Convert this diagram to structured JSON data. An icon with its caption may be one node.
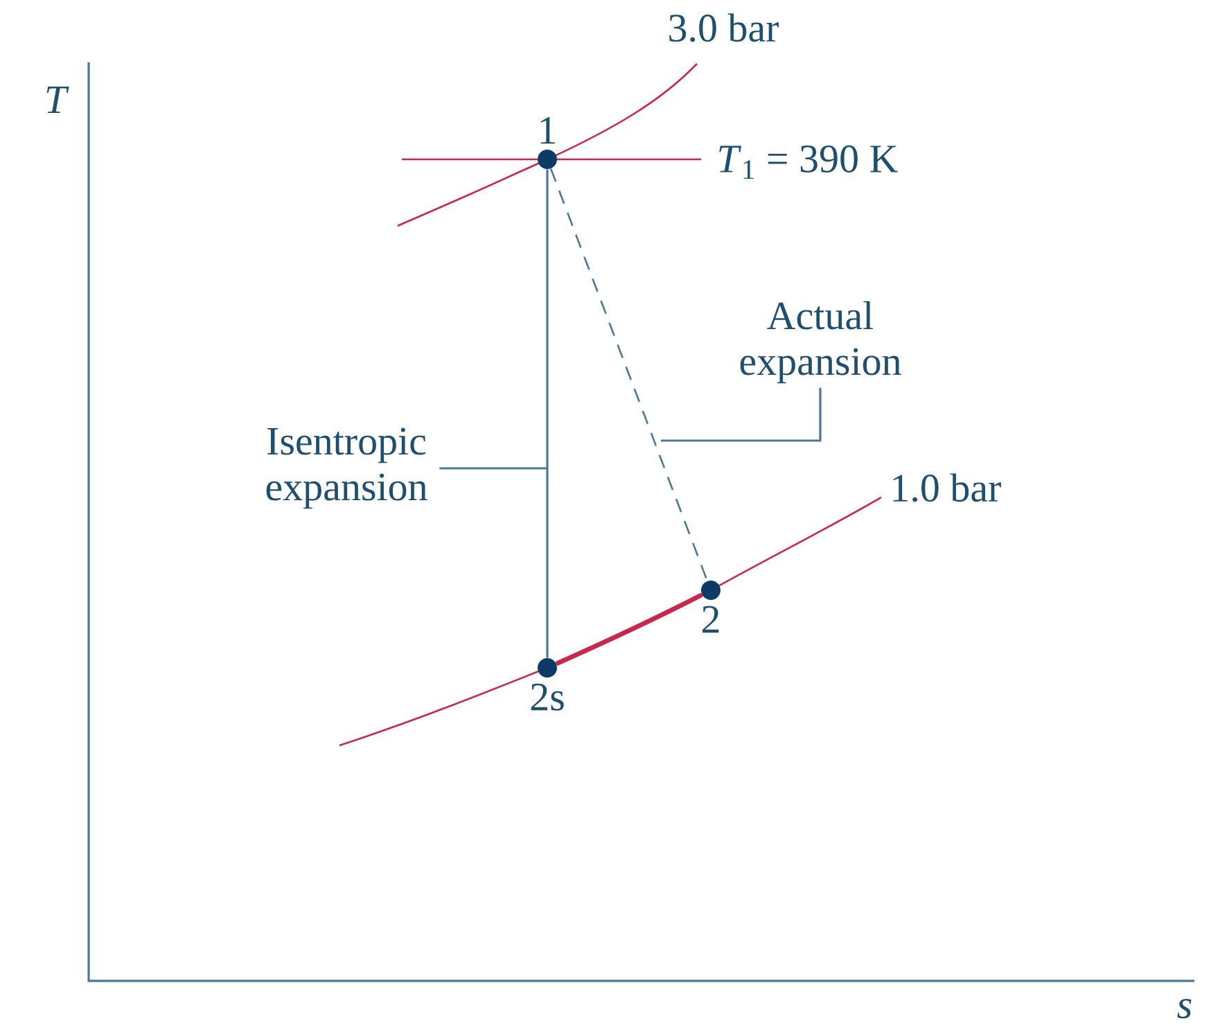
{
  "diagram": {
    "nodes": [
      {
        "text": [
          "1"
        ]
      },
      {
        "text": [
          "2s"
        ]
      },
      {
        "text": [
          "2"
        ]
      },
      {
        "text": [
          "Isentropic expansion"
        ]
      },
      {
        "text": [
          "Actual expansion"
        ]
      }
    ],
    "edges": [
      {
        "from": 0,
        "to": 1,
        "arrow": "none"
      },
      {
        "from": 0,
        "to": 2,
        "arrow": "none",
        "style": "dashed"
      },
      {
        "from": 1,
        "to": 2,
        "arrow": "none",
        "style": "thick",
        "color": "#c8284f"
      },
      {
        "from": 3,
        "to": null,
        "arrow": "none"
      },
      {
        "from": 4,
        "to": null,
        "arrow": "none"
      }
    ],
    "labels": [
      "T",
      "s",
      "3.0 bar",
      "*T*$_{1}$ = 390 K",
      "1.0 bar"
    ]
  }
}
